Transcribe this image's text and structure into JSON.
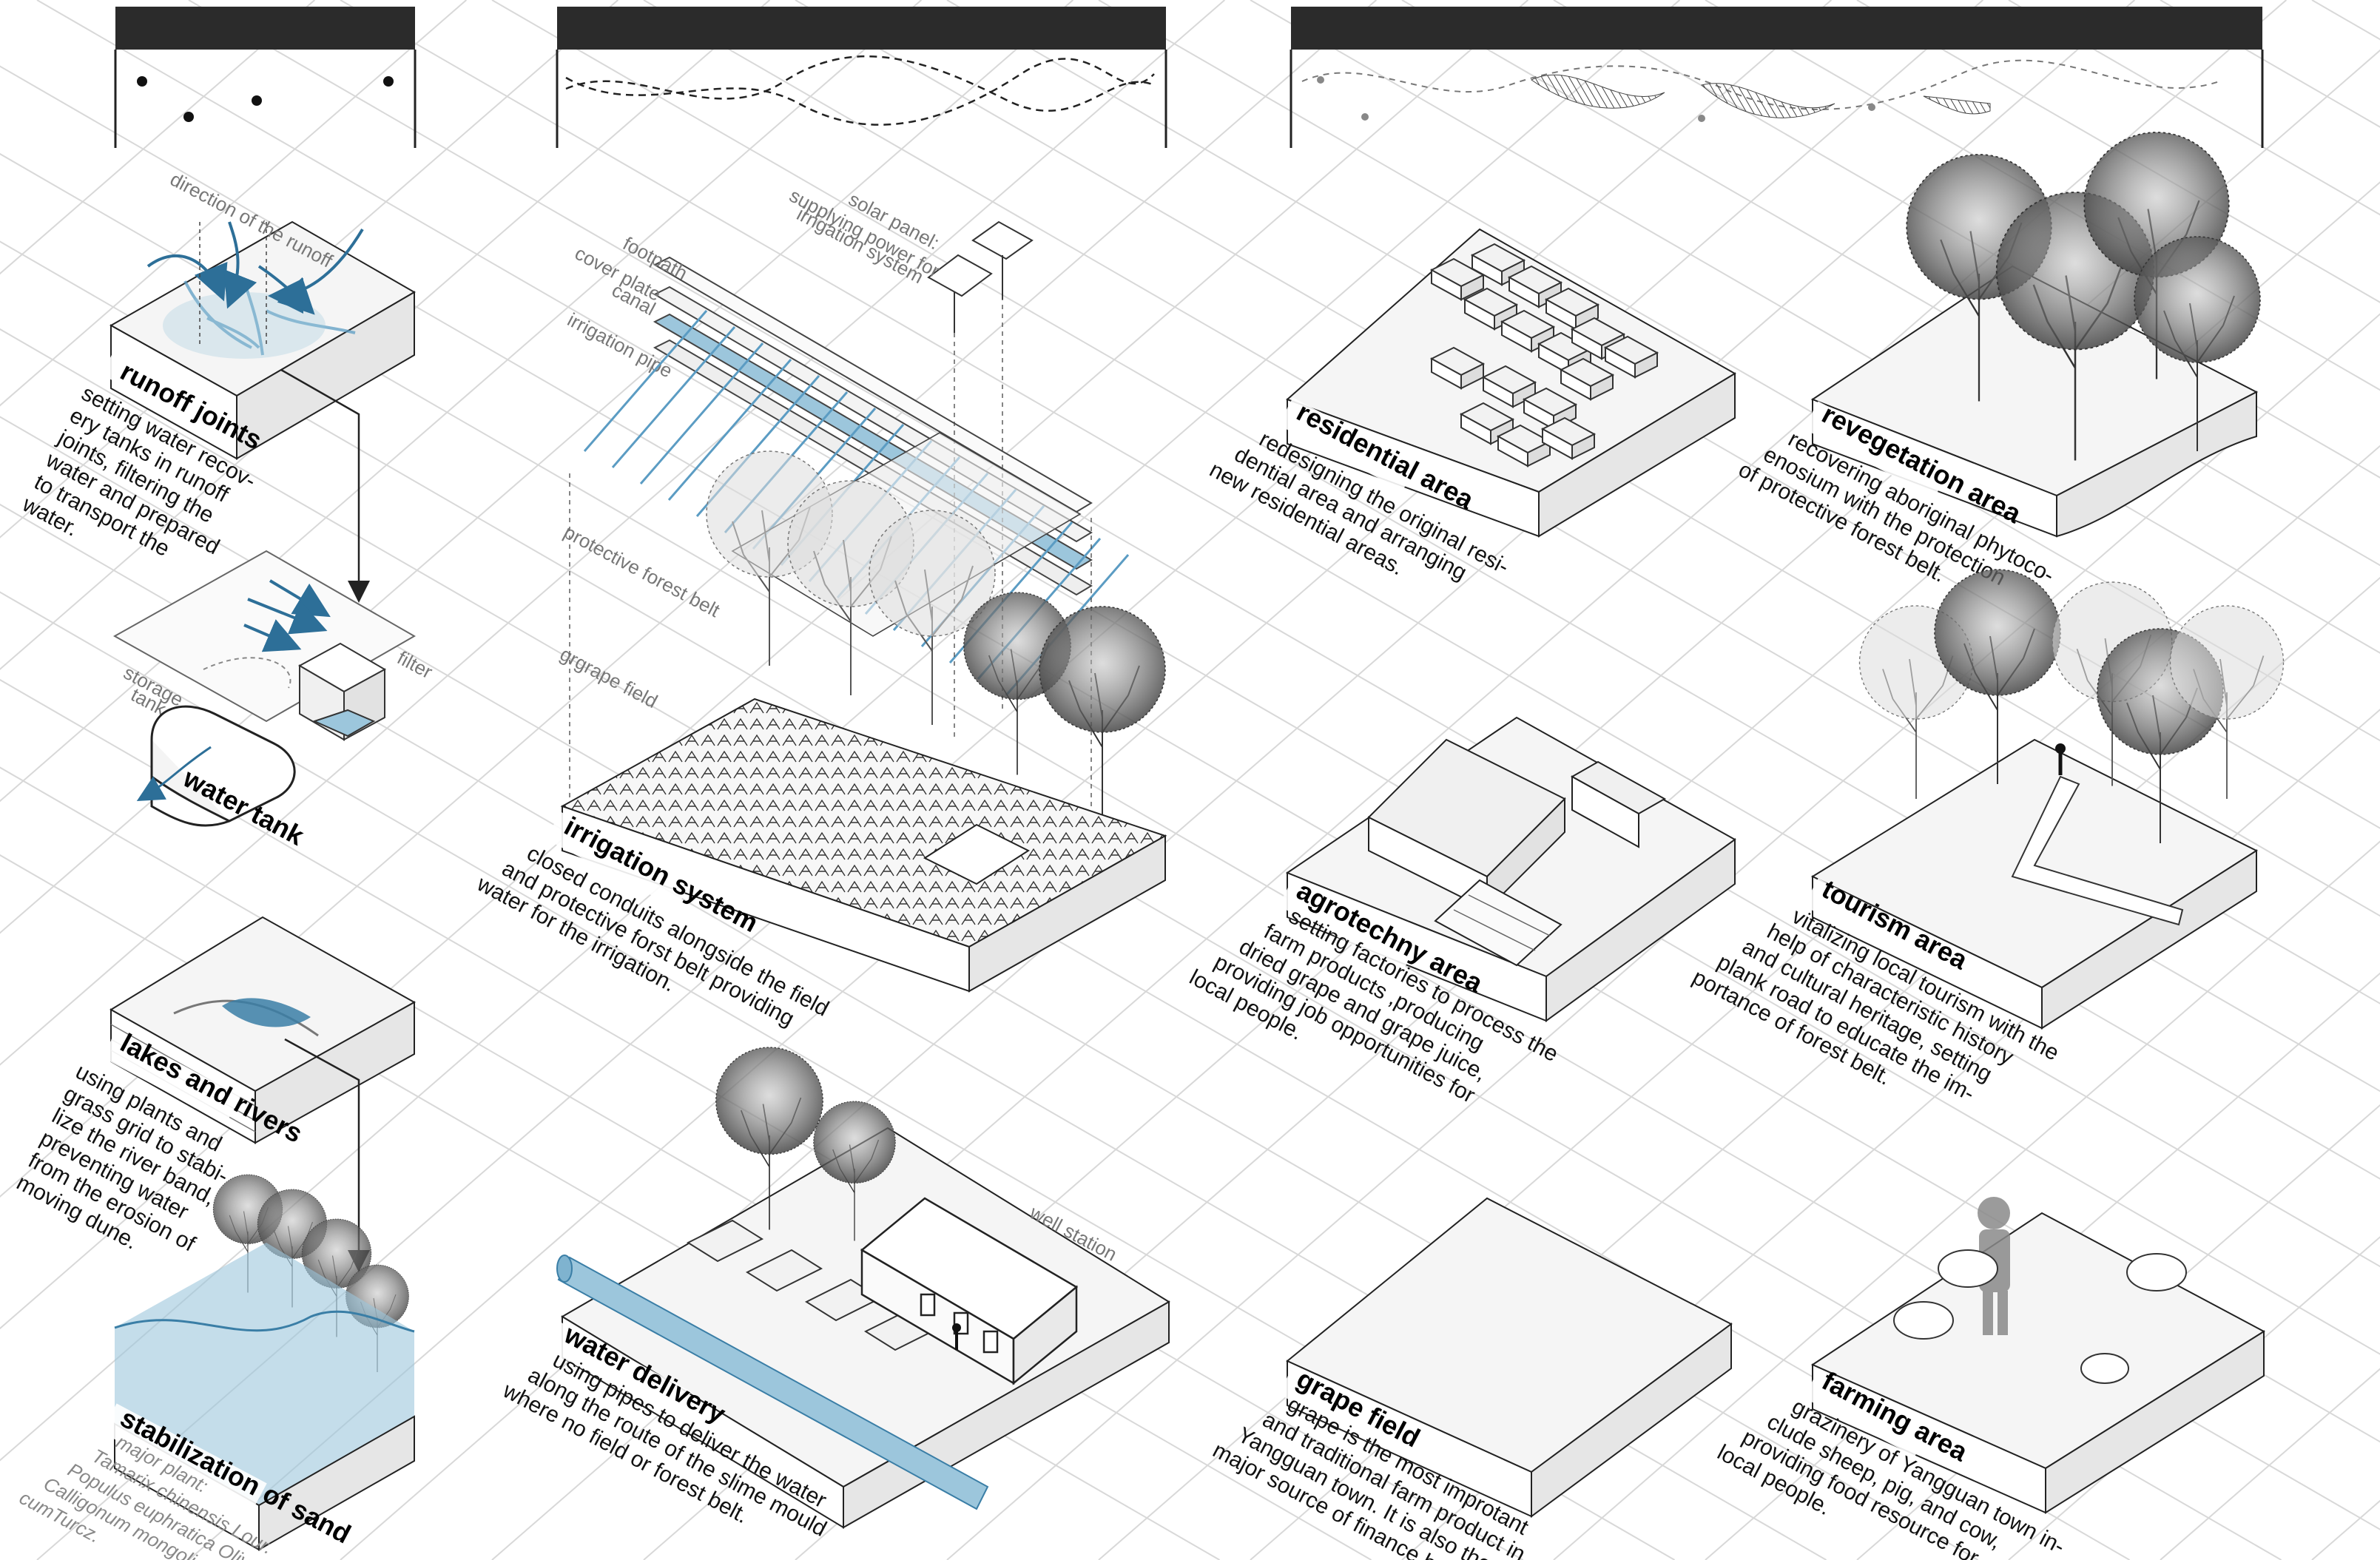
{
  "colors": {
    "header_bar": "#2b2b2b",
    "water": "#9cc6dc",
    "water_line": "#3a7ea6",
    "grid": "#d8d8d8",
    "ink": "#111111"
  },
  "column_1": {
    "runoff": {
      "title": "runoff joints",
      "direction": "direction of the runoff",
      "desc": [
        "setting water recov-",
        "ery tanks in runoff",
        "joints, filtering the",
        "water and prepared",
        "to transport the",
        "water."
      ]
    },
    "tank": {
      "title": "water tank",
      "storage": [
        "storage",
        "tank"
      ],
      "filter": "filter"
    },
    "lakes": {
      "title": "lakes and rivers",
      "desc": [
        "using plants and",
        "grass grid to stabi-",
        "lize the river band,",
        "preventing water",
        "from the erosion of",
        "moving dune."
      ]
    },
    "sand": {
      "title": "stabilization of sand",
      "plants_heading": "major plant:",
      "plants": [
        "Tamarix chinensis Lour.",
        "Populus euphratica Oliv.",
        "Calligonum mongoli-",
        "cumTurcz."
      ]
    }
  },
  "column_2": {
    "irrigation": {
      "title": "irrigation system",
      "labels": {
        "footpath": "footpath",
        "cover_plate": "cover plate",
        "canal": "canal",
        "irrigation_pipe": "irrigation pipe",
        "forest_belt": "protective forest belt",
        "grape_field": "grgrape field",
        "solar": [
          "solar panel:",
          "supplying power for",
          "irrigation system"
        ]
      },
      "desc": [
        "closed conduits alongside the field",
        "and protective forst belt providing",
        "water for the irrigation."
      ]
    },
    "delivery": {
      "title": "water delivery",
      "well_station": "well station",
      "desc": [
        "using pipes to deliver the water",
        "along the route of the slime mould",
        "where no field or forest belt."
      ]
    }
  },
  "column_3": {
    "residential": {
      "title": "residential area",
      "desc": [
        "redesigning the original resi-",
        "dential area and arranging",
        "new residential areas."
      ]
    },
    "agrotechny": {
      "title": "agrotechny area",
      "desc": [
        "setting factories to process the",
        "farm products ,producing",
        "dried grape and grape juice,",
        "providing job opportunities for",
        "local people."
      ]
    },
    "grape": {
      "title": "grape field",
      "desc": [
        "grape is the most improtant",
        "and traditional farm product in",
        "Yangguan town. It is also the",
        "major source of finance here."
      ]
    }
  },
  "column_4": {
    "revegetation": {
      "title": "revegetation area",
      "desc": [
        "recovering aboriginal phytoco-",
        "enosium with the protection",
        "of protective forest belt."
      ]
    },
    "tourism": {
      "title": "tourism area",
      "desc": [
        "vitalizing local tourism with the",
        "help of characteristic history",
        "and cultural heritage, setting",
        "plank road to educate the im-",
        "portance of forest belt."
      ]
    },
    "farming": {
      "title": "farming area",
      "desc": [
        "grazinery of Yangguan town in-",
        "clude sheep, pig, and cow,",
        "providing food resource for",
        "local people."
      ]
    }
  }
}
